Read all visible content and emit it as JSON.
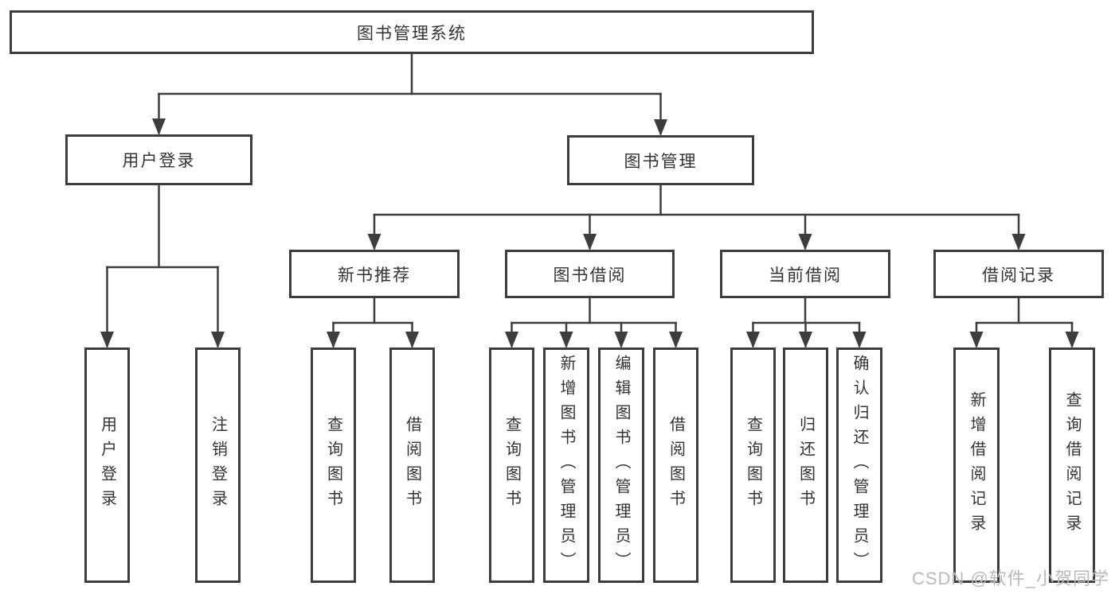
{
  "diagram": {
    "type": "hierarchy-tree",
    "nodes": [
      {
        "id": "system",
        "label": "图书管理系统"
      },
      {
        "id": "user-login",
        "label": "用户登录"
      },
      {
        "id": "book-mgmt",
        "label": "图书管理"
      },
      {
        "id": "new-book-rec",
        "label": "新书推荐"
      },
      {
        "id": "book-borrow",
        "label": "图书借阅"
      },
      {
        "id": "current-borrow",
        "label": "当前借阅"
      },
      {
        "id": "borrow-records",
        "label": "借阅记录"
      },
      {
        "id": "leaf-user-login",
        "label": "用户登录"
      },
      {
        "id": "leaf-logout",
        "label": "注销登录"
      },
      {
        "id": "leaf-query-books-1",
        "label": "查询图书"
      },
      {
        "id": "leaf-borrow-books-1",
        "label": "借阅图书"
      },
      {
        "id": "leaf-query-books-2",
        "label": "查询图书"
      },
      {
        "id": "leaf-add-books",
        "label": "新增图书（管理员）"
      },
      {
        "id": "leaf-edit-books",
        "label": "编辑图书（管理员）"
      },
      {
        "id": "leaf-borrow-books-2",
        "label": "借阅图书"
      },
      {
        "id": "leaf-query-books-3",
        "label": "查询图书"
      },
      {
        "id": "leaf-return-books",
        "label": "归还图书"
      },
      {
        "id": "leaf-confirm-return",
        "label": "确认归还（管理员）"
      },
      {
        "id": "leaf-add-borrow-record",
        "label": "新增借阅记录"
      },
      {
        "id": "leaf-query-borrow-record",
        "label": "查询借阅记录"
      }
    ],
    "edges": [
      {
        "parent": "system",
        "children": [
          "user-login",
          "book-mgmt"
        ]
      },
      {
        "parent": "user-login",
        "children": [
          "leaf-user-login",
          "leaf-logout"
        ]
      },
      {
        "parent": "book-mgmt",
        "children": [
          "new-book-rec",
          "book-borrow",
          "current-borrow",
          "borrow-records"
        ]
      },
      {
        "parent": "new-book-rec",
        "children": [
          "leaf-query-books-1",
          "leaf-borrow-books-1"
        ]
      },
      {
        "parent": "book-borrow",
        "children": [
          "leaf-query-books-2",
          "leaf-add-books",
          "leaf-edit-books",
          "leaf-borrow-books-2"
        ]
      },
      {
        "parent": "current-borrow",
        "children": [
          "leaf-query-books-3",
          "leaf-return-books",
          "leaf-confirm-return"
        ]
      },
      {
        "parent": "borrow-records",
        "children": [
          "leaf-add-borrow-record",
          "leaf-query-borrow-record"
        ]
      }
    ]
  },
  "watermark": "CSDN @软件_小贺同学",
  "colors": {
    "line": "#3d3d3d",
    "box_border": "#3d3d3d",
    "box_fill": "#ffffff",
    "text": "#333333",
    "watermark": "#b9b9b9"
  }
}
